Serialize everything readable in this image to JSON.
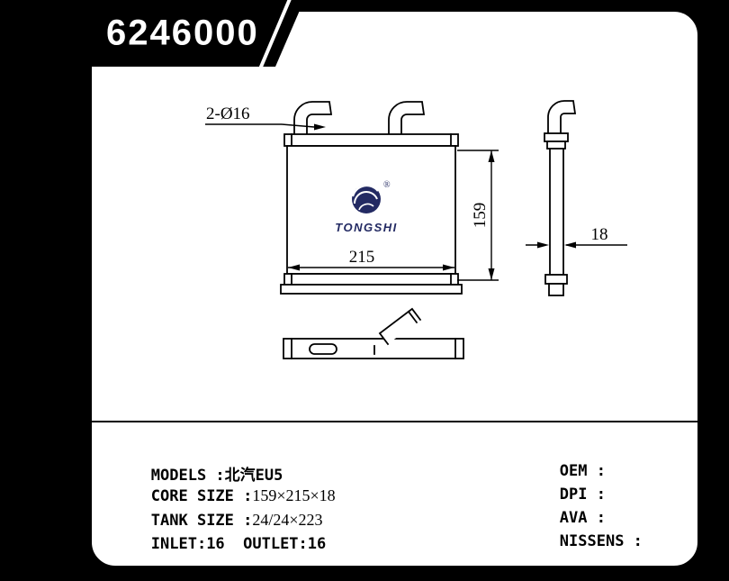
{
  "banner": {
    "part_number": "6246000"
  },
  "drawing": {
    "dim_pipes": "2-Ø16",
    "dim_core_width": "215",
    "dim_core_height": "159",
    "dim_core_depth": "18"
  },
  "logo": {
    "wordmark": "TONGSHI",
    "registered": "®",
    "color": "#232a63"
  },
  "specs": {
    "models_label": "MODELS :",
    "models_value": "北汽EU5",
    "core_size_label": "CORE SIZE :",
    "core_size_value": "159×215×18",
    "tank_size_label": "TANK SIZE :",
    "tank_size_value": "24/24×223",
    "inlet_outlet": "INLET:16  OUTLET:16"
  },
  "refs": {
    "oem_label": "OEM :",
    "dpi_label": "DPI :",
    "ava_label": "AVA :",
    "nissens_label": "NISSENS :"
  },
  "colors": {
    "ink": "#000000",
    "paper": "#ffffff",
    "logo_navy": "#232a63"
  }
}
